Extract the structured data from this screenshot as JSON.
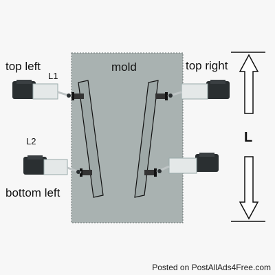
{
  "labels": {
    "mold": "mold",
    "top_left": "top left",
    "top_right": "top right",
    "bottom_left": "bottom left",
    "l1": "L1",
    "l2": "L2",
    "length": "L"
  },
  "watermark": "Posted on PostAllAds4Free.com",
  "colors": {
    "background": "#f7f7f7",
    "mold_fill": "#a9b2b1",
    "mold_border": "#6c7474",
    "bar_fill": "#9ea8a7",
    "line": "#111111",
    "cylinder_body": "#e4e8e8",
    "cylinder_dark": "#2a2f31"
  },
  "icons": [
    "pneumatic-cylinder-icon",
    "double-arrow-icon"
  ]
}
